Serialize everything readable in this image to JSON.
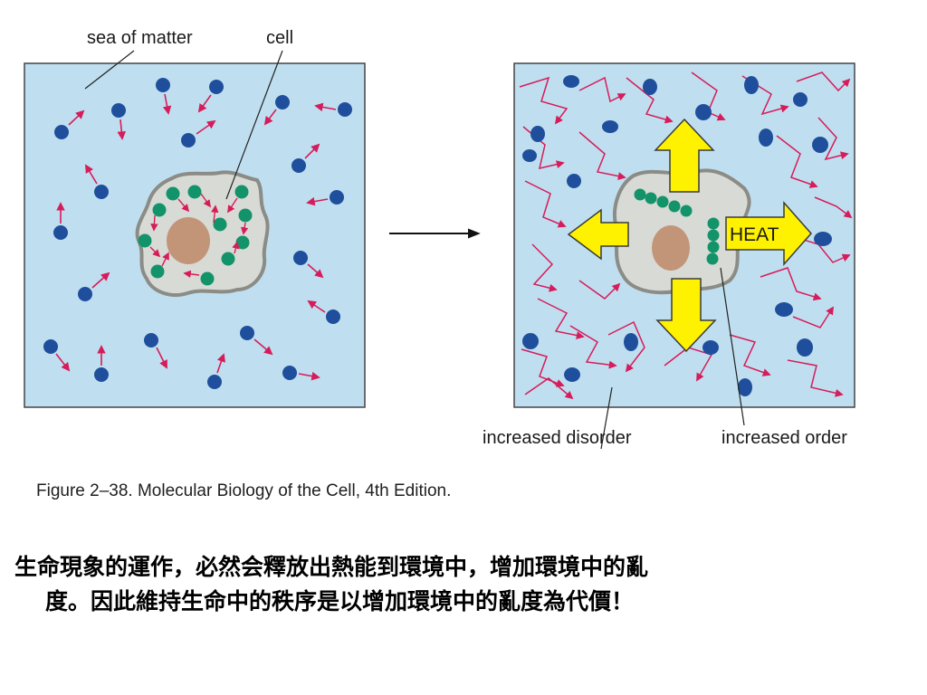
{
  "labels": {
    "sea_of_matter": "sea of matter",
    "cell": "cell",
    "heat": "HEAT",
    "increased_disorder": "increased disorder",
    "increased_order": "increased order"
  },
  "caption": "Figure 2–38. Molecular Biology of the Cell, 4th Edition.",
  "note": {
    "line1": "生命現象的運作，必然会釋放出熱能到環境中，增加環境中的亂",
    "line2": "度。因此維持生命中的秩序是以增加環境中的亂度為代價！"
  },
  "colors": {
    "sea": "#bfdff0",
    "molecule": "#1f4f9c",
    "arrow": "#d61c5a",
    "cell_fill": "#d8dad6",
    "cell_border": "#8c8c86",
    "nucleus": "#c29578",
    "cell_molecule": "#13936a",
    "heat_arrow": "#fff200"
  }
}
